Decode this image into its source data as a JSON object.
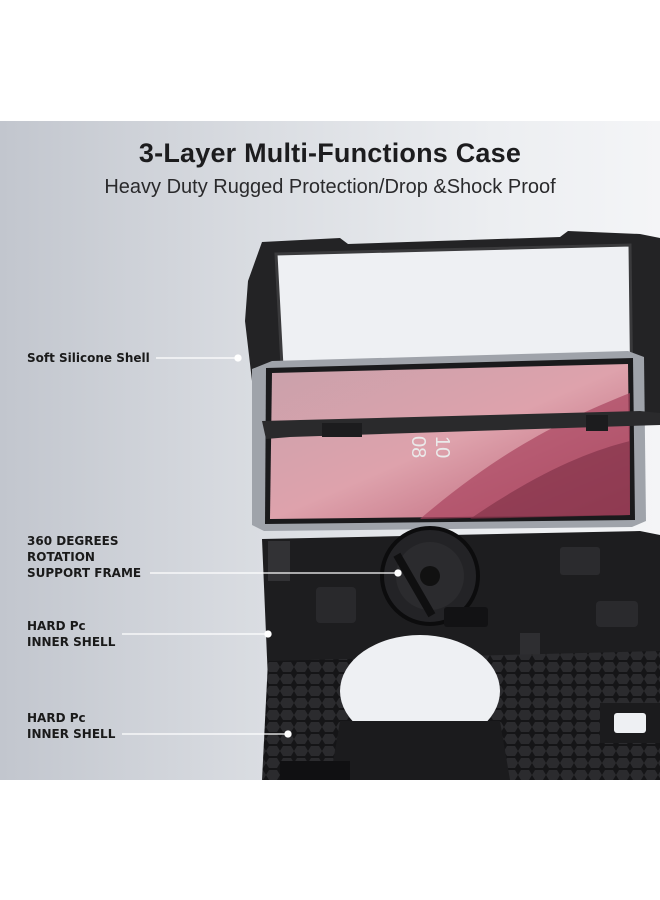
{
  "header": {
    "title": "3-Layer Multi-Functions Case",
    "subtitle": "Heavy Duty Rugged Protection/Drop &Shock Proof"
  },
  "tablet": {
    "clock_hour": "10",
    "clock_minute": "08"
  },
  "callouts": [
    {
      "lines": [
        "Soft Silicone Shell"
      ]
    },
    {
      "lines": [
        "360 DEGREES",
        "ROTATION",
        "SUPPORT FRAME"
      ]
    },
    {
      "lines": [
        "HARD Pc",
        "INNER SHELL"
      ]
    },
    {
      "lines": [
        "HARD Pc",
        "INNER SHELL"
      ]
    }
  ],
  "colors": {
    "background_left": "#c2c6ce",
    "background_right": "#f4f5f7",
    "case_black": "#1b1b1d",
    "screen_pink": "#d98a97"
  }
}
